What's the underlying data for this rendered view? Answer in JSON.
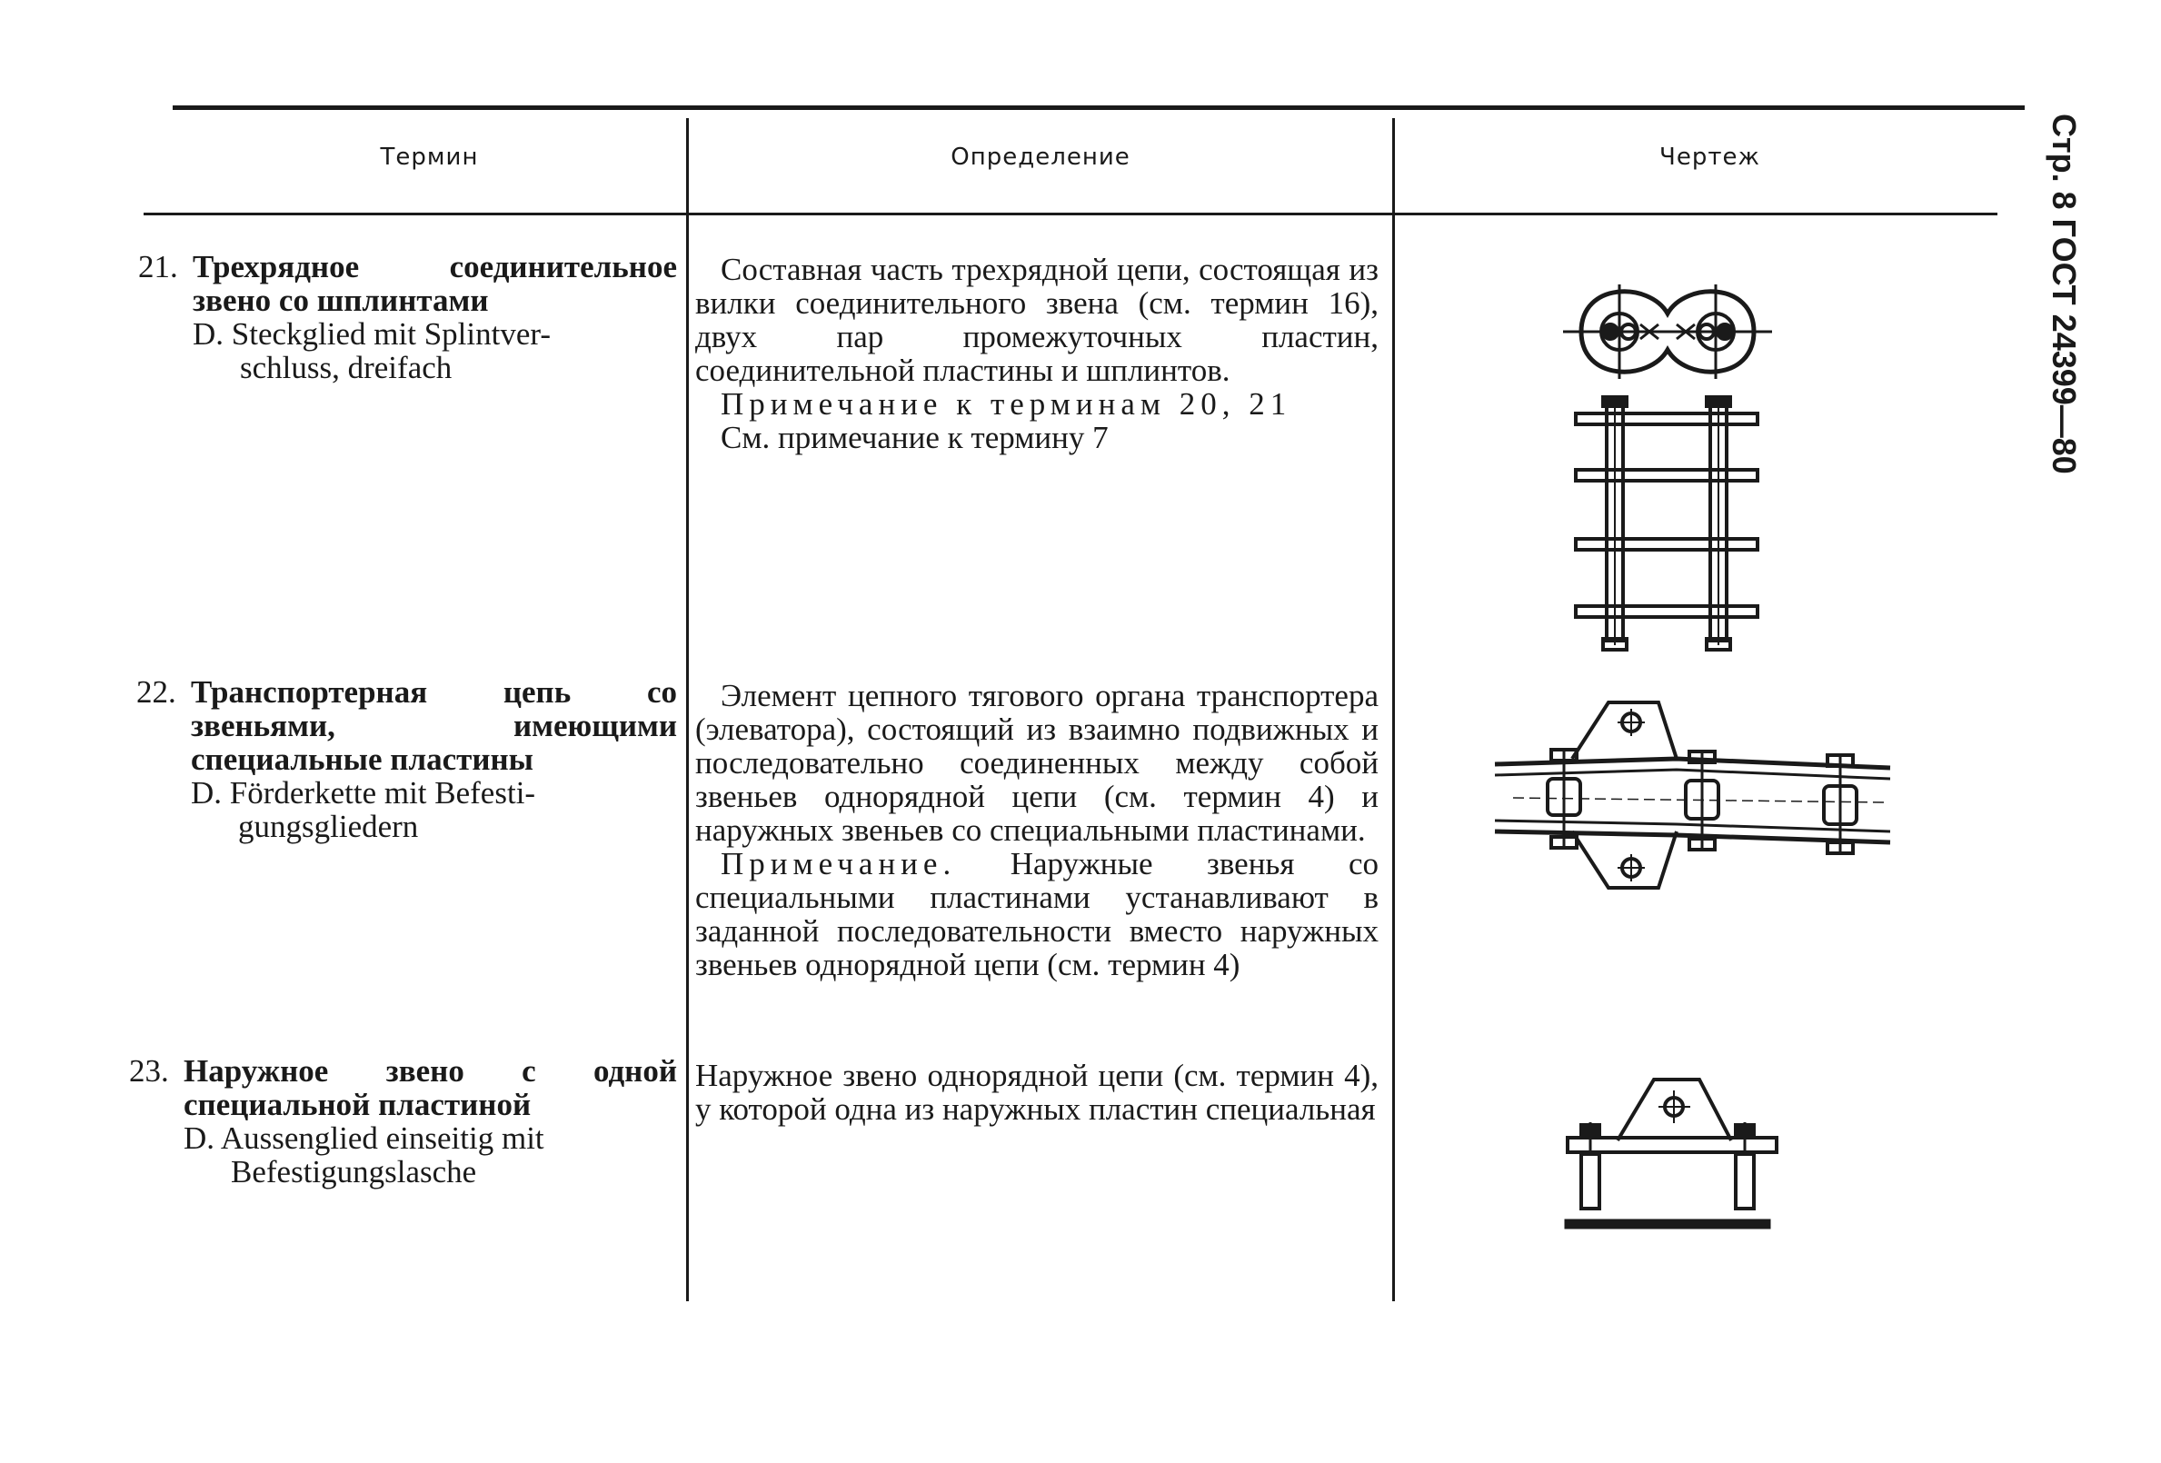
{
  "side_header": "Стр. 8 ГОСТ 24399—80",
  "headers": {
    "term": "Термин",
    "definition": "Определение",
    "drawing": "Чертеж"
  },
  "rows": [
    {
      "number": "21.",
      "term": "Трехрядное соединительное звено со шплинтами",
      "german_1": "D. Steckglied mit Splintver-",
      "german_2": "schluss, dreifach",
      "definition": "Составная часть трехрядной цепи, состоящая из вилки соединительного звена (см. термин 16), двух пар промежуточных пластин, соединительной пластины и шплинтов.",
      "note": "Примечание к терминам 20, 21",
      "note_2": "См. примечание к термину 7",
      "drawing_icon": "triple-connecting-link-drawing"
    },
    {
      "number": "22.",
      "term": "Транспортерная цепь со звеньями, имеющими специальные пластины",
      "german_1": "D. Förderkette mit Befesti-",
      "german_2": "gungsgliedern",
      "definition": "Элемент цепного тягового органа транспортера (элеватора), состоящий из взаимно подвижных и последовательно соединенных между собой звеньев однорядной цепи (см. термин 4) и наружных звеньев со специальными пластинами.",
      "note_label": "Примечание.",
      "note": "Наружные звенья со специальными пластинами устанавливают в заданной последовательности вместо наружных звеньев однорядной цепи (см. термин 4)",
      "drawing_icon": "conveyor-chain-drawing"
    },
    {
      "number": "23.",
      "term": "Наружное звено с одной специальной пластиной",
      "german_1": "D. Aussenglied einseitig mit",
      "german_2": "Befestigungslasche",
      "definition": "Наружное звено однорядной цепи (см. термин 4), у которой одна из наружных пластин специальная",
      "drawing_icon": "outer-link-special-plate-drawing"
    }
  ]
}
